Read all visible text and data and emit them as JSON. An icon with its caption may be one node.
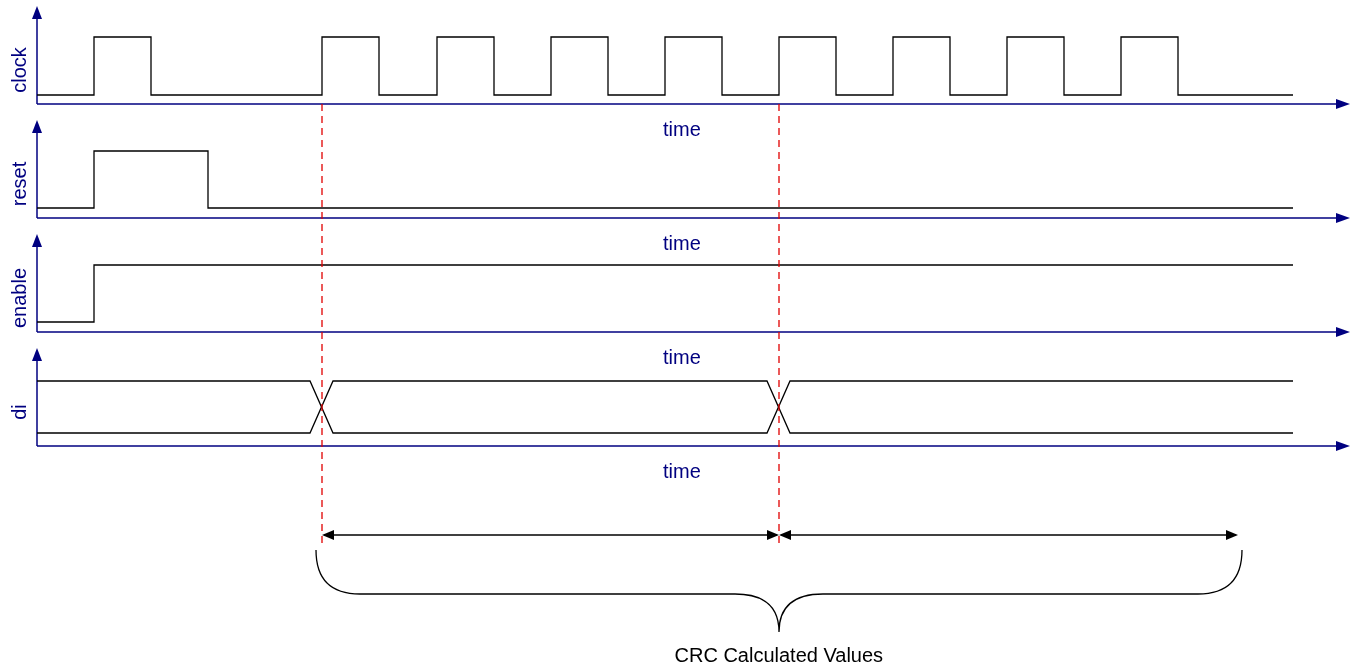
{
  "diagram": {
    "labels": [
      "clock",
      "time",
      "reset",
      "time",
      "enable",
      "time",
      "di",
      "time",
      "CRC Calculated Values"
    ]
  }
}
